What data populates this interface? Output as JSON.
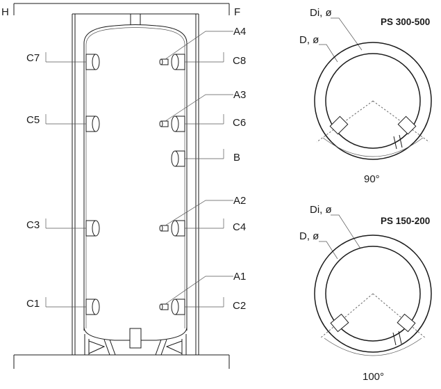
{
  "tank": {
    "labels_top": {
      "left": "H",
      "right": "F"
    },
    "left_connections": [
      "C7",
      "C5",
      "C3",
      "C1"
    ],
    "right_connections": [
      "C8",
      "C6",
      "B",
      "C4",
      "C2"
    ],
    "sensor_labels": [
      "A4",
      "A3",
      "A2",
      "A1"
    ]
  },
  "section_top": {
    "title": "PS 300-500",
    "inner_diameter": "Di, ø",
    "outer_diameter": "D, ø",
    "angle": "90°"
  },
  "section_bottom": {
    "title": "PS 150-200",
    "inner_diameter": "Di, ø",
    "outer_diameter": "D, ø",
    "angle": "100°"
  }
}
